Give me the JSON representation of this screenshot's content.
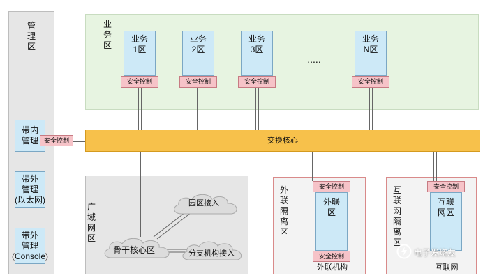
{
  "management": {
    "zone_label": "管理区",
    "inband": "带内管理",
    "inband_sec": "安全控制",
    "outband_eth_1": "带外",
    "outband_eth_2": "管理",
    "outband_eth_3": "(以太网)",
    "outband_console_1": "带外",
    "outband_console_2": "管理",
    "outband_console_3": "(Console)"
  },
  "business": {
    "zone_label": "业务区",
    "zones": [
      {
        "line1": "业务",
        "line2": "1区",
        "sec": "安全控制"
      },
      {
        "line1": "业务",
        "line2": "2区",
        "sec": "安全控制"
      },
      {
        "line1": "业务",
        "line2": "3区",
        "sec": "安全控制"
      },
      {
        "line1": "业务",
        "line2": "N区",
        "sec": "安全控制"
      }
    ],
    "ellipsis": "....."
  },
  "core": {
    "label": "交换核心"
  },
  "wan": {
    "zone_label": "广域网区",
    "backbone": "骨干核心区",
    "campus": "园区接入",
    "branch": "分支机构接入"
  },
  "extranet": {
    "zone_label": "外联隔离区",
    "sec_top": "安全控制",
    "box_label": "外联区",
    "sec_bottom": "安全控制",
    "org": "外联机构"
  },
  "internet": {
    "zone_label": "互联网隔离区",
    "sec_top": "安全控制",
    "box_label": "互联网区",
    "bottom": "互联网"
  },
  "watermark": {
    "text": "电子发烧友",
    "mark": "ϟ"
  }
}
